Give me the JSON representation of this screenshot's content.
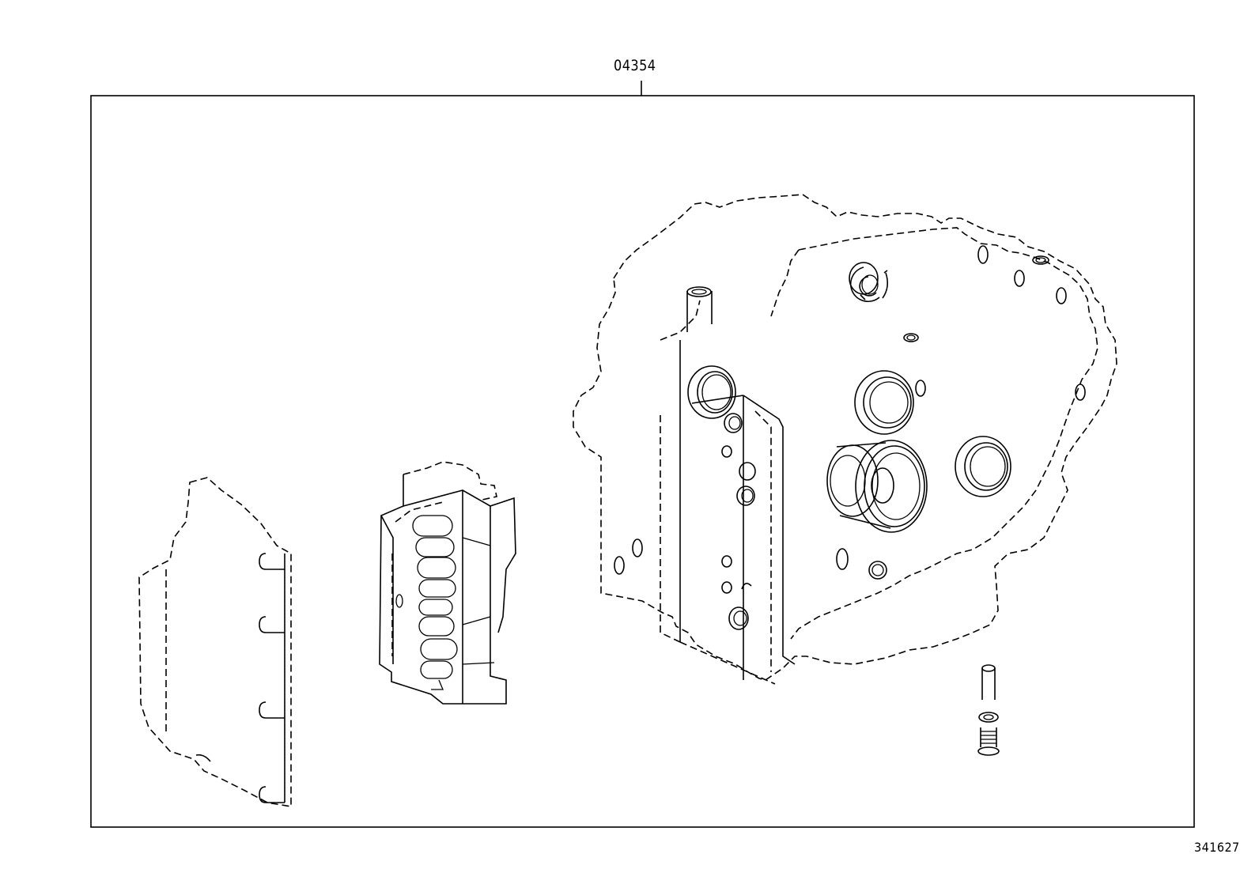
{
  "diagram": {
    "kit_part_number": "04354",
    "illustration_ref": "341627",
    "colors": {
      "line": "#000000",
      "background": "#ffffff"
    },
    "components": [
      "separator-plate-gasket",
      "valve-body",
      "transmission-case-gasket-set",
      "drain-plug"
    ]
  }
}
